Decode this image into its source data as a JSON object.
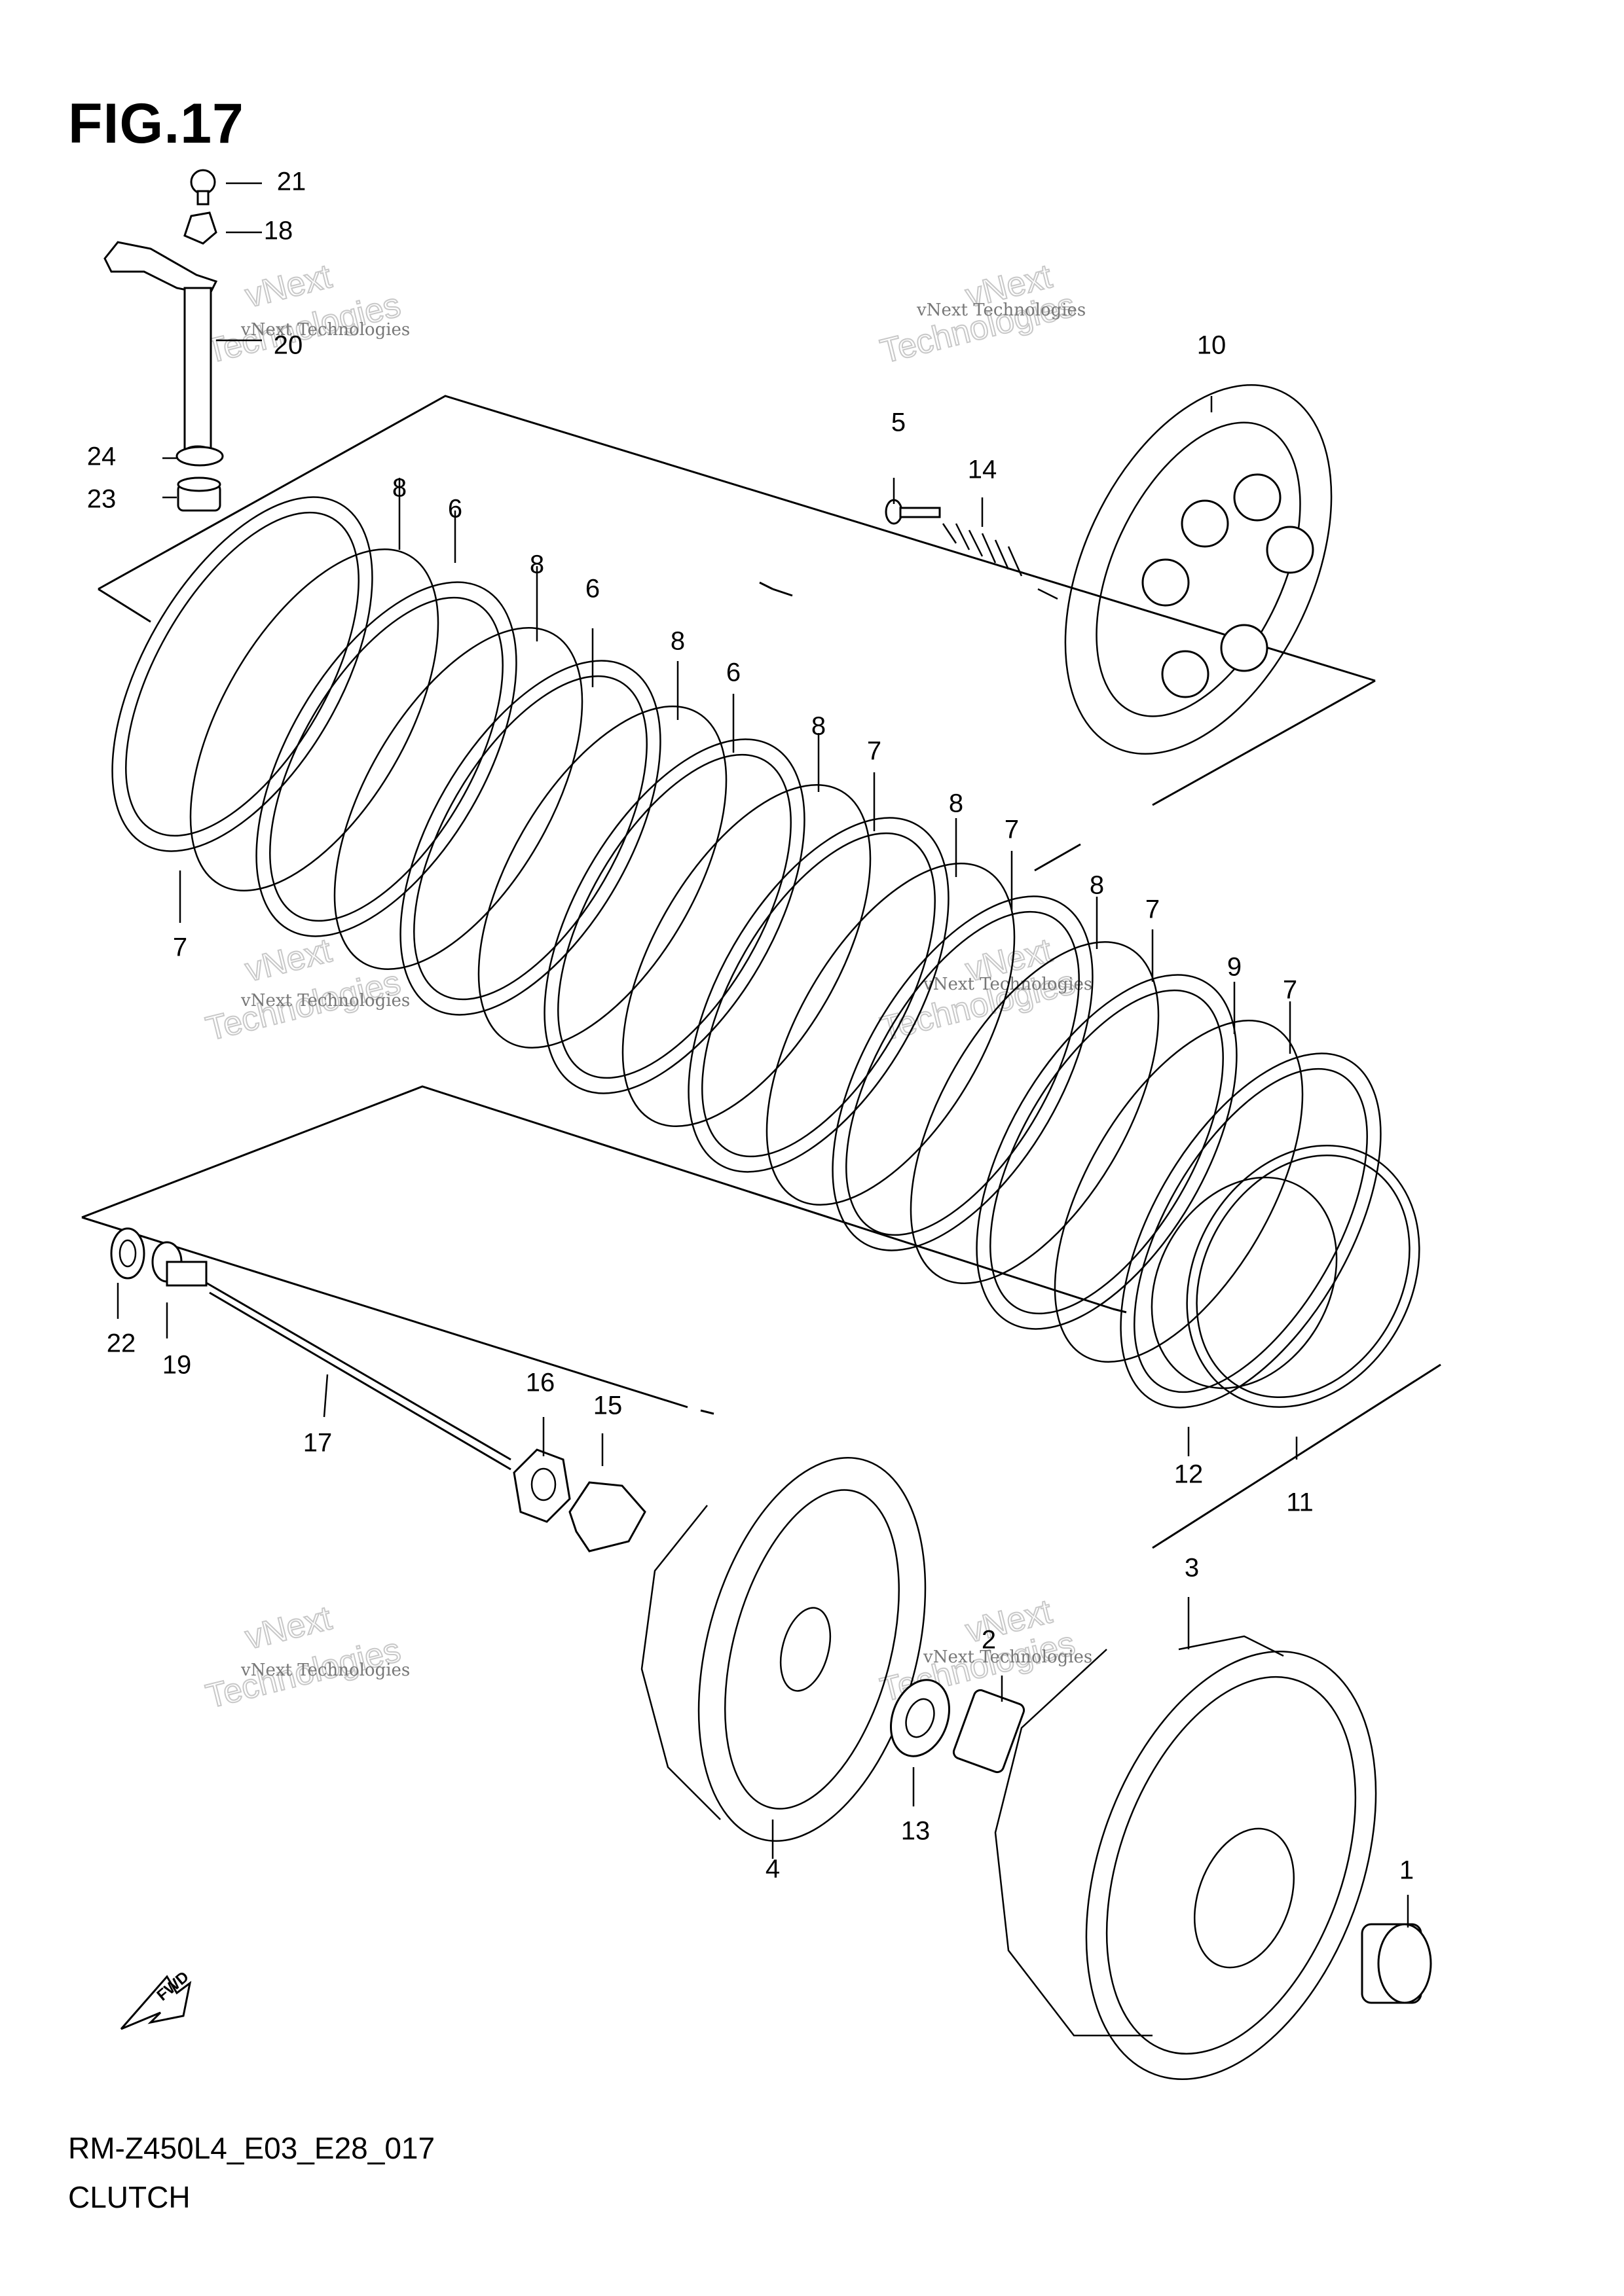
{
  "figure": {
    "title": "FIG.17"
  },
  "footer": {
    "code": "RM-Z450L4_E03_E28_017",
    "name": "CLUTCH"
  },
  "watermark": {
    "line1": "vNext Technologies",
    "line2": "vNext",
    "line3": "Technologies"
  },
  "fwd_label": "FWD",
  "callouts": {
    "p1": "1",
    "p2": "2",
    "p3": "3",
    "p4": "4",
    "p5": "5",
    "p7": "7",
    "p8": "8",
    "p6": "6",
    "p9": "9",
    "p10": "10",
    "p11": "11",
    "p12": "12",
    "p13": "13",
    "p14": "14",
    "p15": "15",
    "p16": "16",
    "p17": "17",
    "p18": "18",
    "p19": "19",
    "p20": "20",
    "p21": "21",
    "p22": "22",
    "p23": "23",
    "p24": "24"
  }
}
